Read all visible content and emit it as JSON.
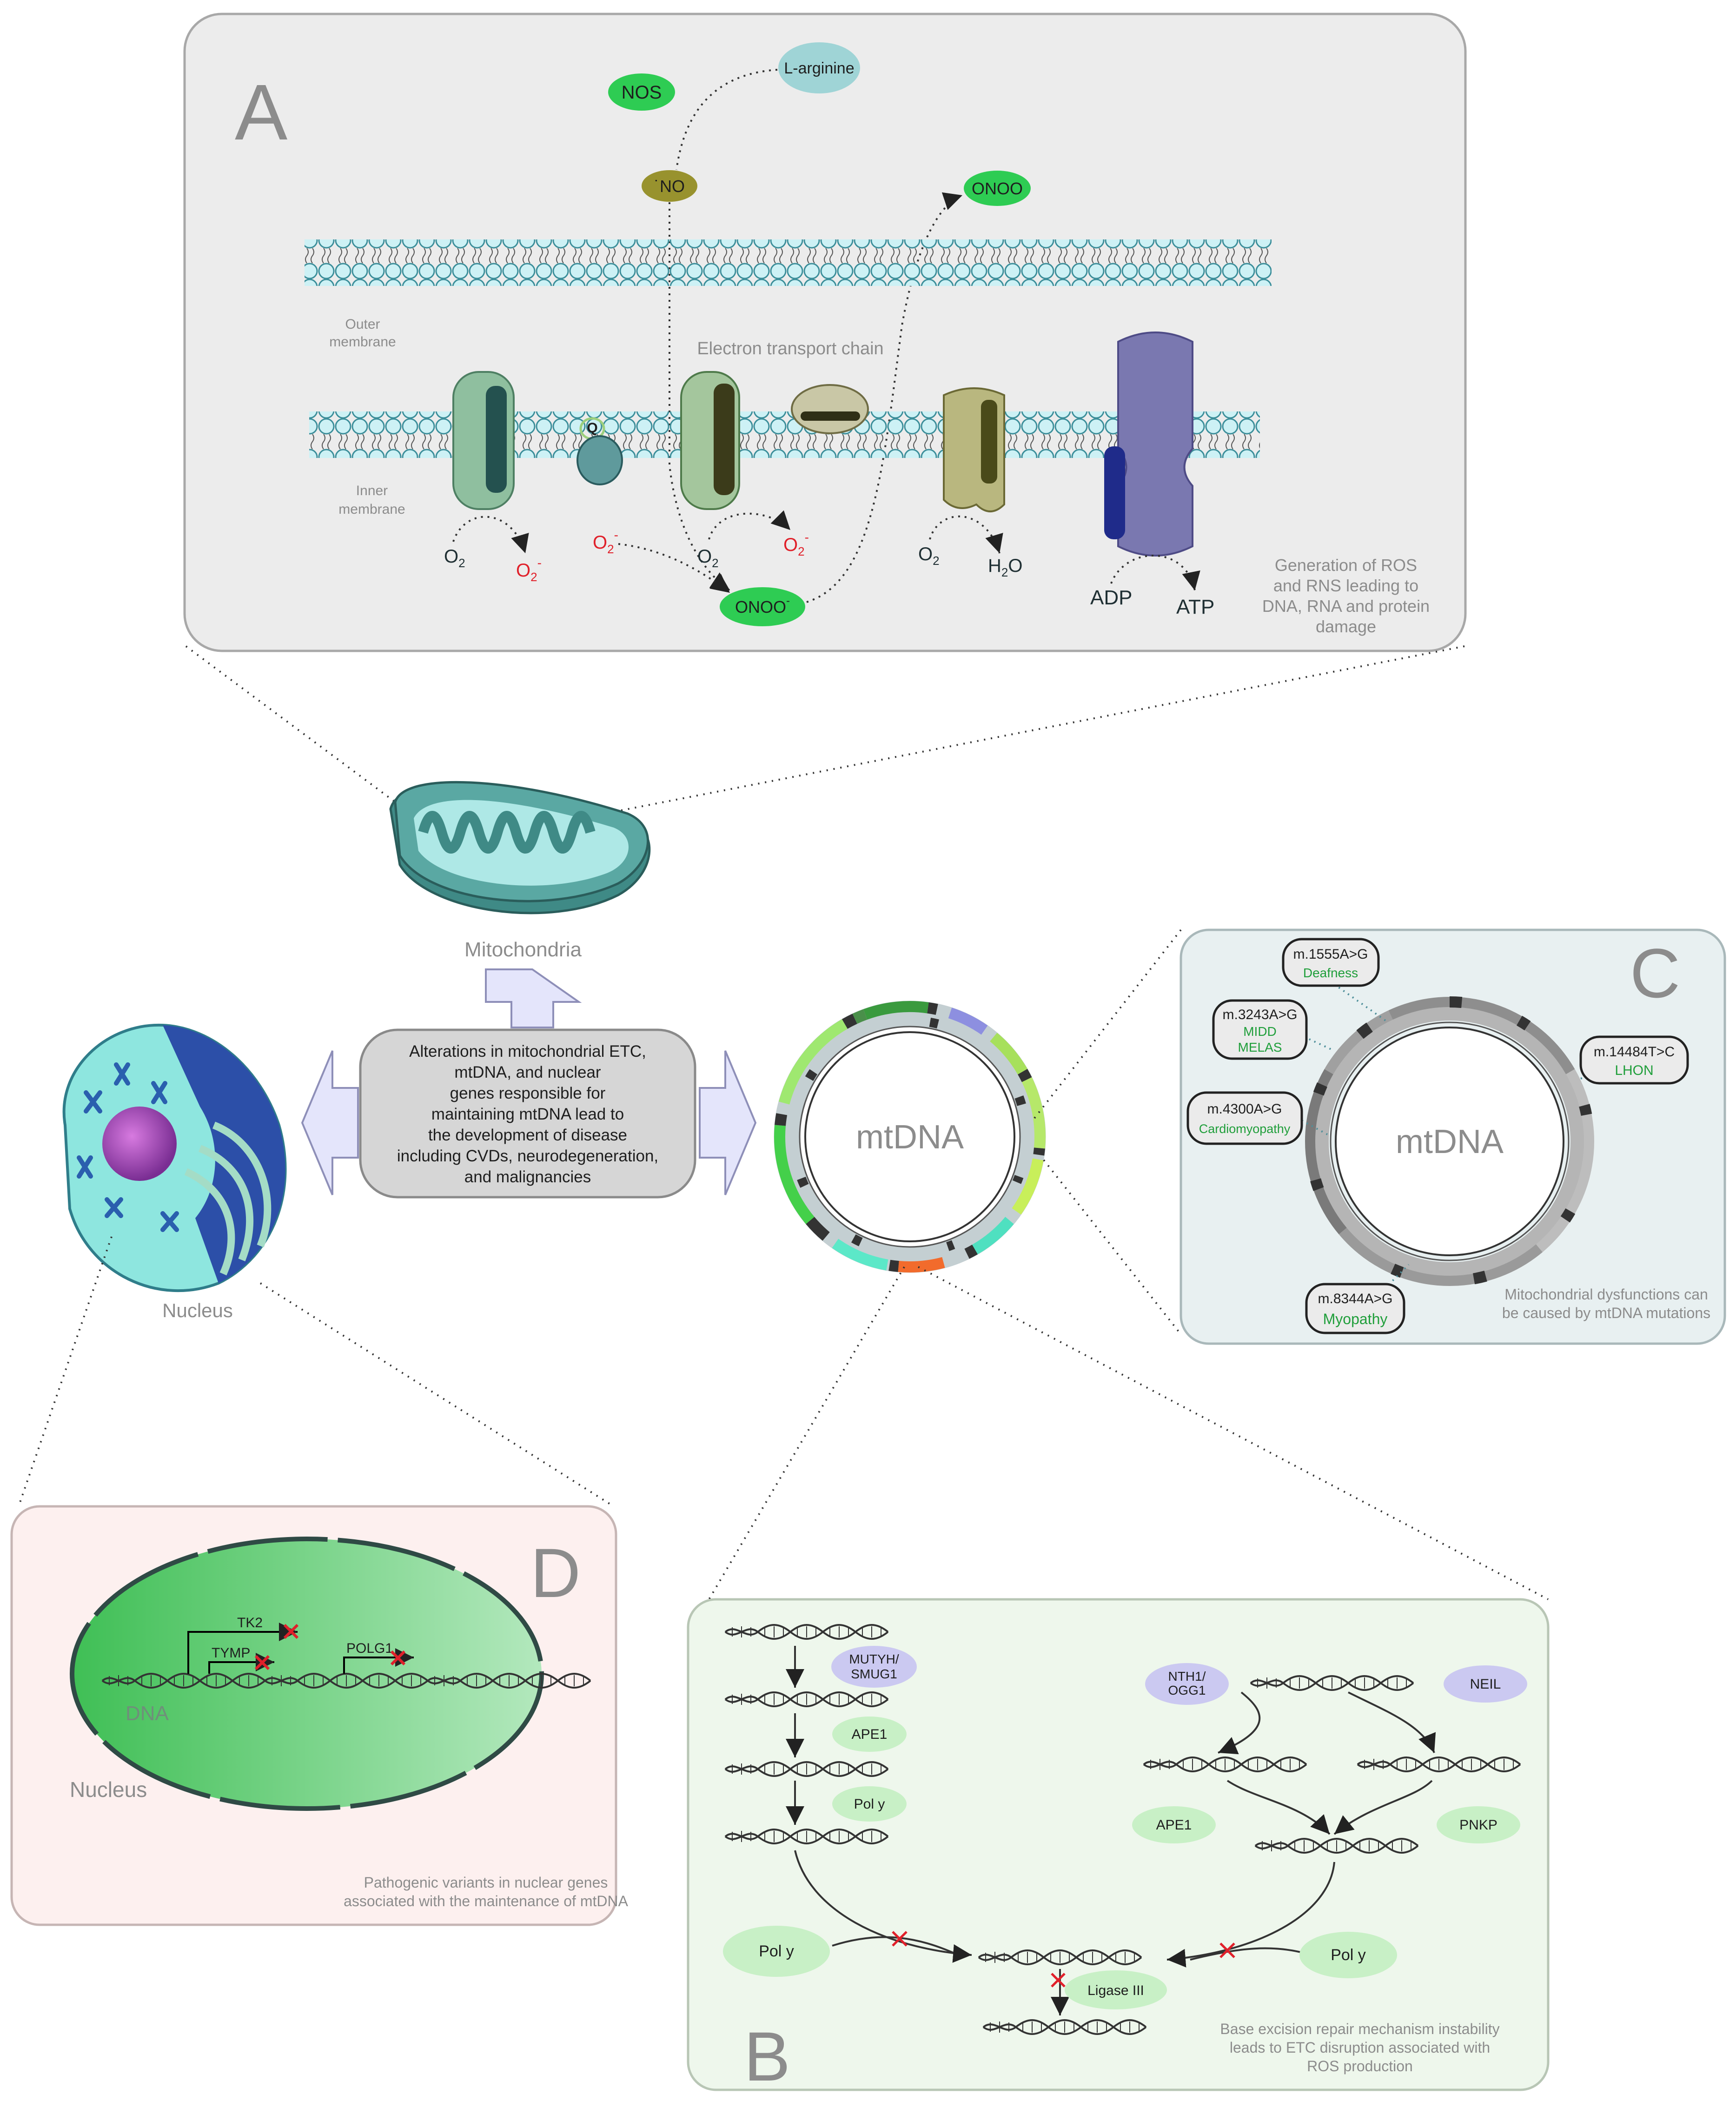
{
  "panel_a": {
    "letter": "A",
    "nos": "NOS",
    "l_arginine": "L-arginine",
    "no": "˙NO",
    "onoo_top": "ONOO",
    "outer_membrane": [
      "Outer",
      "membrane"
    ],
    "inner_membrane": [
      "Inner",
      "membrane"
    ],
    "etc_label": "Electron transport chain",
    "q": "Q",
    "o2": "O",
    "o2_sub": "2",
    "o2_minus_sup": "-",
    "h2o": "H",
    "h2o_o": "O",
    "onoo_bottom": "ONOO",
    "onoo_bottom_sup": "-",
    "adp": "ADP",
    "atp": "ATP",
    "caption": [
      "Generation of ROS",
      "and RNS leading to",
      "DNA, RNA and protein",
      "damage"
    ]
  },
  "center": {
    "mitochondria": "Mitochondria",
    "nucleus": "Nucleus",
    "mtdna": "mtDNA",
    "central_text": [
      "Alterations in mitochondrial ETC,",
      "mtDNA, and nuclear",
      "genes responsible for",
      "maintaining mtDNA lead to",
      "the development of disease",
      "including CVDs, neurodegeneration,",
      "and malignancies"
    ]
  },
  "panel_c": {
    "letter": "C",
    "mtdna": "mtDNA",
    "mutations": [
      {
        "code": "m.1555A>G",
        "disease": [
          "Deafness"
        ]
      },
      {
        "code": "m.3243A>G",
        "disease": [
          "MIDD",
          "MELAS"
        ]
      },
      {
        "code": "m.4300A>G",
        "disease": [
          "Cardiomyopathy"
        ]
      },
      {
        "code": "m.8344A>G",
        "disease": [
          "Myopathy"
        ]
      },
      {
        "code": "m.14484T>C",
        "disease": [
          "LHON"
        ]
      }
    ],
    "caption": [
      "Mitochondrial dysfunctions can",
      "be caused by mtDNA mutations"
    ]
  },
  "panel_d": {
    "letter": "D",
    "tk2": "TK2",
    "tymp": "TYMP",
    "polg1": "POLG1",
    "dna": "DNA",
    "nucleus": "Nucleus",
    "caption": [
      "Pathogenic variants in nuclear genes",
      "associated with the maintenance of mtDNA"
    ]
  },
  "panel_b": {
    "letter": "B",
    "mutyh": [
      "MUTYH/",
      "SMUG1"
    ],
    "ape1_left": "APE1",
    "poly_left": "Pol y",
    "nth1": [
      "NTH1/",
      "OGG1"
    ],
    "neil": "NEIL",
    "ape1_right": "APE1",
    "pnkp": "PNKP",
    "poly_bottom_left": "Pol y",
    "poly_bottom_right": "Pol y",
    "ligase": "Ligase III",
    "caption": [
      "Base excision repair mechanism instability",
      "leads to ETC disruption associated with",
      "ROS production"
    ]
  }
}
